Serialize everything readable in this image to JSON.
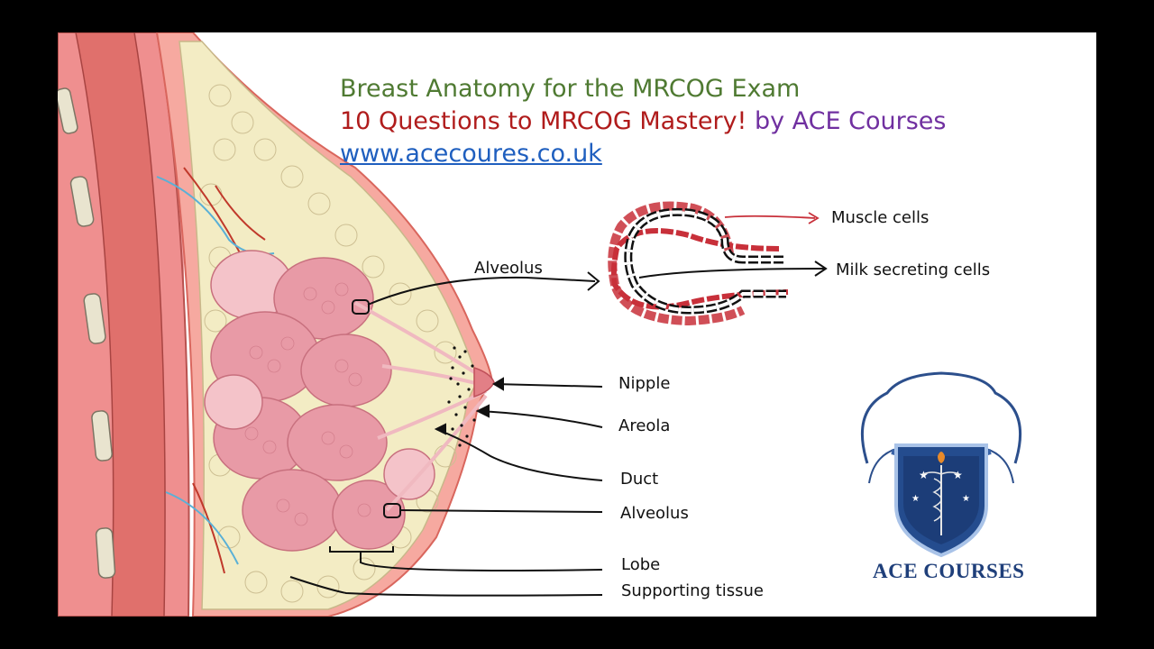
{
  "title": {
    "line1": "Breast Anatomy for the MRCOG Exam",
    "line2_main": "10 Questions to MRCOG Mastery!",
    "line2_by": " by ACE Courses",
    "url": "www.acecoures.co.uk"
  },
  "labels": {
    "alveolus_top": "Alveolus",
    "muscle_cells": "Muscle cells",
    "milk_secreting_cells": "Milk secreting cells",
    "nipple": "Nipple",
    "areola": "Areola",
    "duct": "Duct",
    "alveolus_bottom": "Alveolus",
    "lobe": "Lobe",
    "supporting_tissue": "Supporting tissue"
  },
  "logo": {
    "name": "ACE COURSES",
    "icon": "caduceus-shield-icon"
  },
  "colors": {
    "title_green": "#4f7a32",
    "title_red": "#b01c1c",
    "title_purple": "#7030a0",
    "link_blue": "#1f5fbf",
    "logo_navy": "#1f3f7a",
    "tissue_pink": "#f2a7a0",
    "fat_yellow": "#f3ecc4",
    "lobule_pink": "#e89aa6"
  }
}
